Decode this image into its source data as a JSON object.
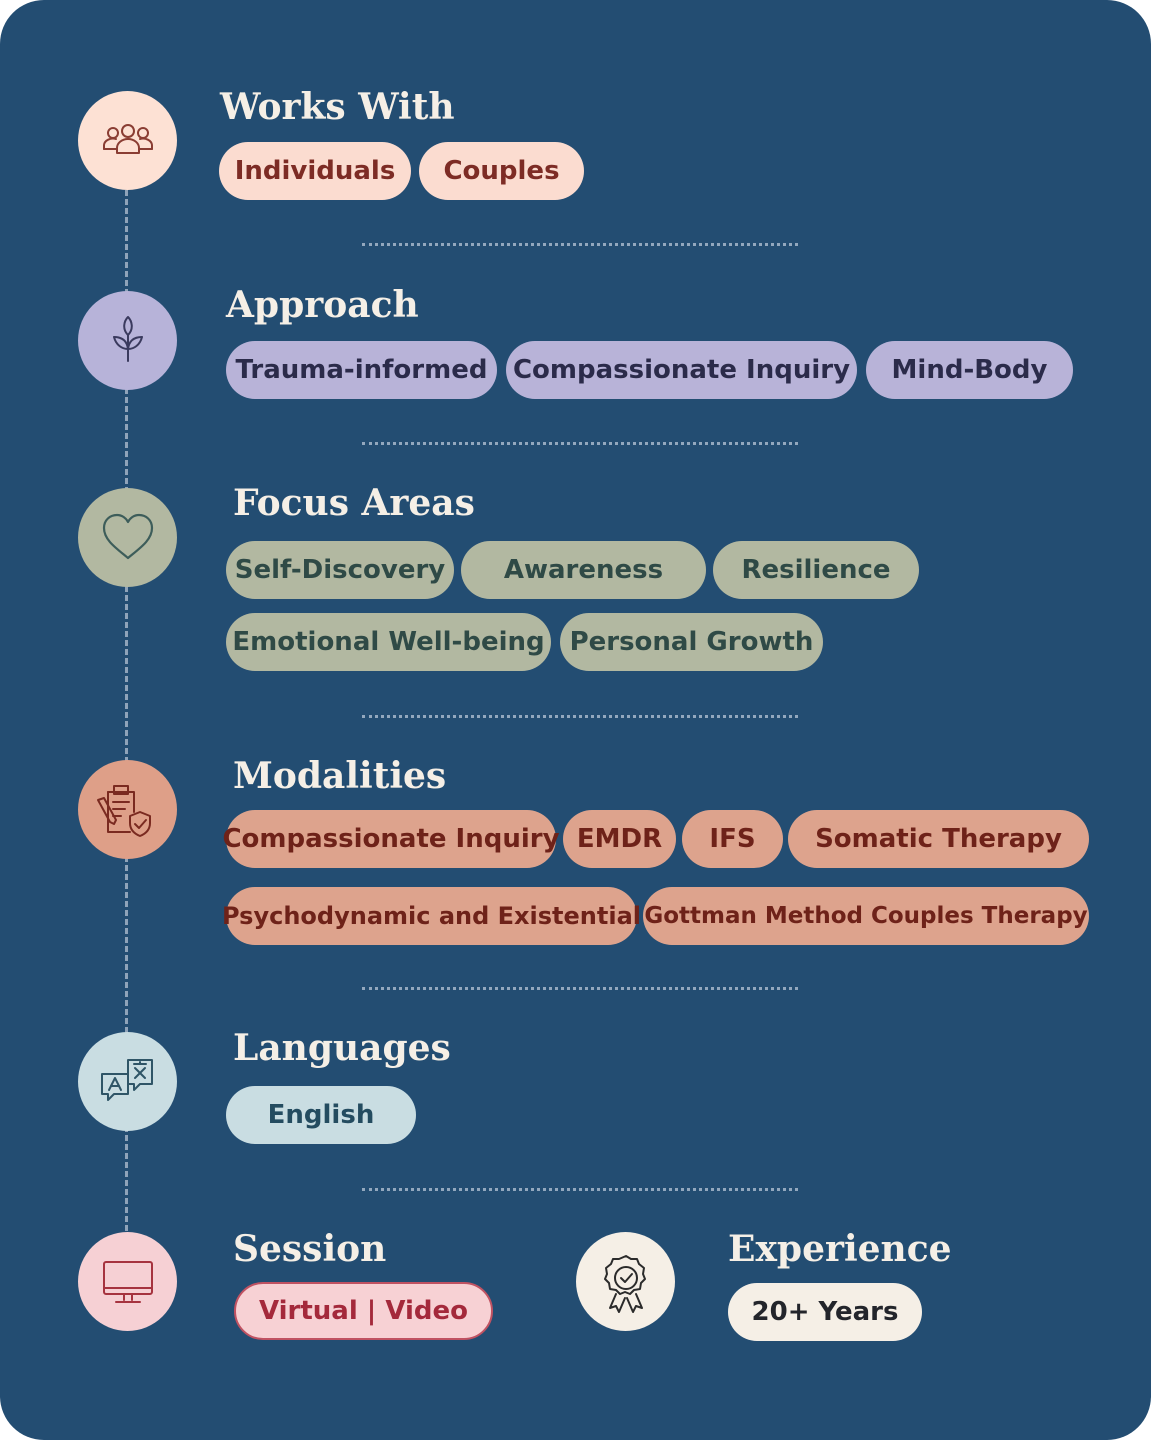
{
  "sections": {
    "works_with": {
      "title": "Works With",
      "pills": [
        "Individuals",
        "Couples"
      ],
      "icon": "people-group-icon"
    },
    "approach": {
      "title": "Approach",
      "pills": [
        "Trauma-informed",
        "Compassionate Inquiry",
        "Mind-Body"
      ],
      "icon": "leaf-sprout-icon"
    },
    "focus_areas": {
      "title": "Focus Areas",
      "pills": [
        "Self-Discovery",
        "Awareness",
        "Resilience",
        "Emotional Well-being",
        "Personal Growth"
      ],
      "icon": "heart-icon"
    },
    "modalities": {
      "title": "Modalities",
      "pills": [
        "Compassionate Inquiry",
        "EMDR",
        "IFS",
        "Somatic Therapy",
        "Psychodynamic and Existential",
        "Gottman Method Couples Therapy"
      ],
      "icon": "clipboard-shield-icon"
    },
    "languages": {
      "title": "Languages",
      "pills": [
        "English"
      ],
      "icon": "translate-icon"
    },
    "session": {
      "title": "Session",
      "pills": [
        "Virtual | Video"
      ],
      "icon": "monitor-icon"
    },
    "experience": {
      "title": "Experience",
      "pills": [
        "20+ Years"
      ],
      "icon": "award-badge-icon"
    }
  },
  "colors": {
    "background": "#234d72",
    "works_with_pill": "#fbdcd0",
    "approach_pill": "#b8b3d8",
    "focus_pill": "#b2b8a1",
    "modalities_pill": "#dda38d",
    "languages_pill": "#c9dde2",
    "session_pill": "#f7d1d4",
    "experience_pill": "#f5efe6"
  }
}
